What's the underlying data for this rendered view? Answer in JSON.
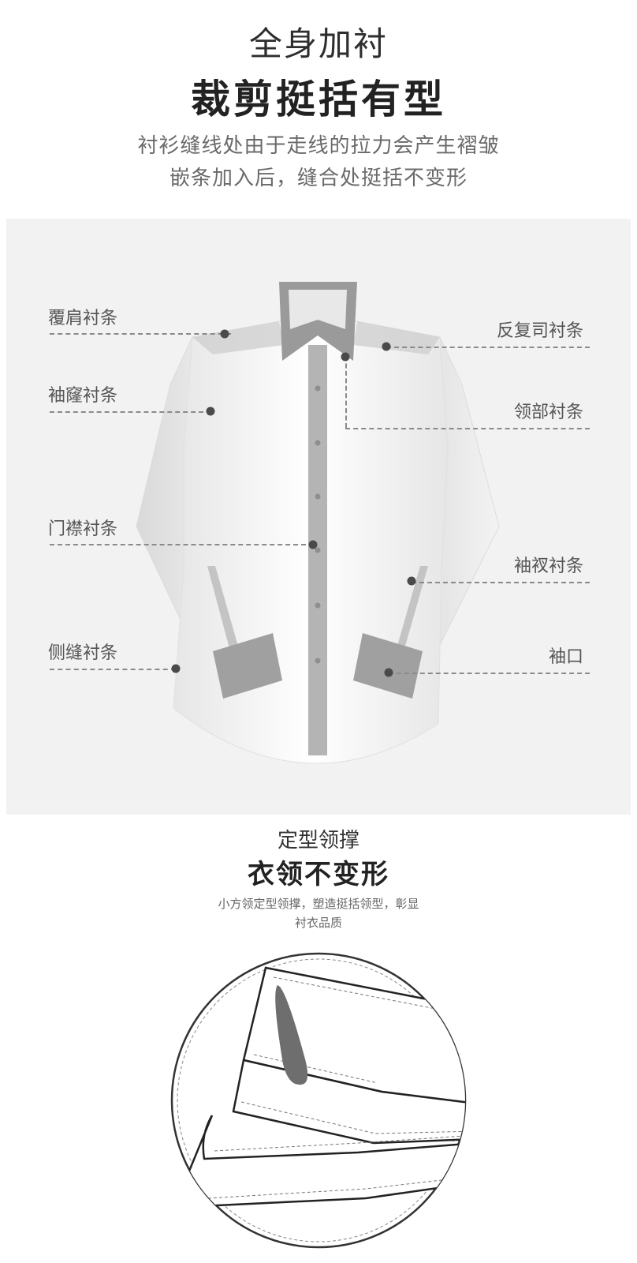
{
  "section1": {
    "title": "全身加衬",
    "subtitle": "裁剪挺括有型",
    "desc_line1": "衬衫缝线处由于走线的拉力会产生褶皱",
    "desc_line2": "嵌条加入后，缝合处挺括不变形"
  },
  "diagram": {
    "labels_left": [
      "覆肩衬条",
      "袖窿衬条",
      "门襟衬条",
      "侧缝衬条"
    ],
    "labels_right": [
      "反复司衬条",
      "领部衬条",
      "袖衩衬条",
      "袖口"
    ],
    "marker_color": "#4a4a4a",
    "panel_color": "#f2f2f2"
  },
  "section2": {
    "title": "定型领撑",
    "subtitle": "衣领不变形",
    "desc_line1": "小方领定型领撑，塑造挺括领型，彰显",
    "desc_line2": "衬衣品质"
  }
}
